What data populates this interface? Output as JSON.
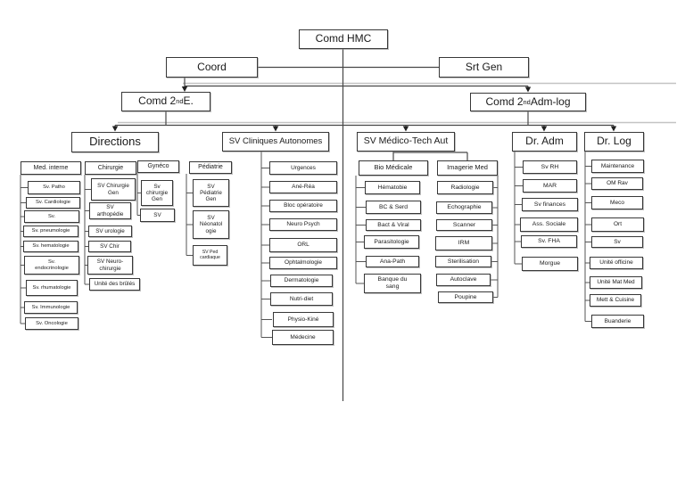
{
  "root": "Comd HMC",
  "coord": "Coord",
  "srt_gen": "Srt Gen",
  "comd2e": {
    "pre": "Comd 2",
    "sup": "nd",
    "post": " E."
  },
  "comd2adm": {
    "pre": "Comd 2",
    "sup": "nd",
    "post": " Adm-log"
  },
  "directions": {
    "label": "Directions",
    "med_interne": {
      "header": "Med. interne",
      "items": [
        "Sv. Patho",
        "Sv. Cardiologie",
        "Sv.",
        "Sv. pneumologie",
        "Sv. hematologie",
        "Sv.\nendocrinologie",
        "Sv. rhumatologie",
        "Sv. Immunologie",
        "Sv. Oncologie"
      ]
    },
    "chirurgie": {
      "header": "Chirurgie",
      "items": [
        "SV Chirurgie\nGen",
        "SV\narthopédie",
        "SV urologie",
        "SV Chir",
        "SV Neuro-\nchirurgie",
        "Unité des brûlés"
      ]
    },
    "gyneco": {
      "header": "Gynéco",
      "items": [
        "Sv\nchirurgie\nGen",
        "SV"
      ]
    },
    "pediatrie": {
      "header": "Pédiatrie",
      "items": [
        "SV\nPédiatrie\nGen",
        "SV\nNéonatol\nogie",
        "SV Ped\ncardiaque"
      ]
    }
  },
  "sv_cliniques": {
    "label": "SV Cliniques Autonomes",
    "items": [
      "Urgences",
      "Ané-Réa",
      "Bloc opératoire",
      "Neuro Psych",
      "ORL",
      "Ophtalmologie",
      "Dermatologie",
      "Nutri-diet",
      "Physio-Kiné",
      "Médecine"
    ]
  },
  "sv_medico": {
    "label": "SV Médico-Tech Aut",
    "bio": {
      "header": "Bio Médicale",
      "items": [
        "Hématobie",
        "BC & Serd",
        "Bact & Viral",
        "Parasitologie",
        "Ana-Path",
        "Banque du\nsang"
      ]
    },
    "imagerie": {
      "header": "Imagerie Med",
      "items": [
        "Radiologie",
        "Echographie",
        "Scanner",
        "IRM",
        "Sterilisation",
        "Autoclave",
        "Poupine"
      ]
    }
  },
  "dr_adm": {
    "label": "Dr. Adm",
    "items": [
      "Sv RH",
      "MAR",
      "Sv finances",
      "Ass. Sociale",
      "Sv. FHA",
      "Morgue"
    ]
  },
  "dr_log": {
    "label": "Dr. Log",
    "items": [
      "Maintenance",
      "OM Rav",
      "Meco",
      "Ort",
      "Sv",
      "Unité officine",
      "Unité Mat Med",
      "Mett & Cuisine",
      "Buanderie"
    ]
  }
}
